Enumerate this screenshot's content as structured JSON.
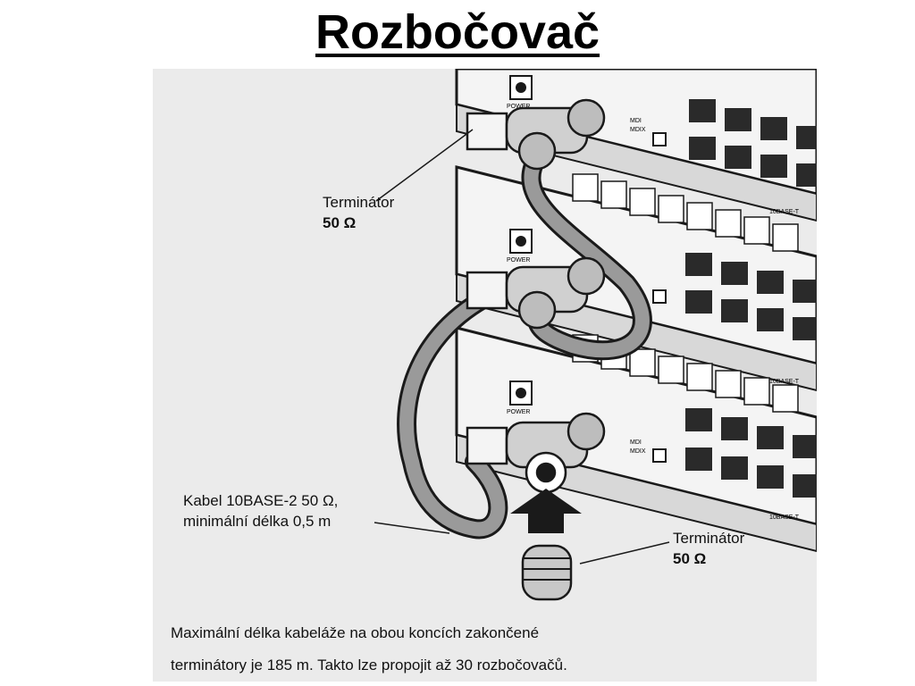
{
  "title": "Rozbočovač",
  "labels": {
    "terminator_top_line1": "Terminátor",
    "terminator_top_line2": "50 Ω",
    "cable_line1": "Kabel 10BASE-2 50 Ω,",
    "cable_line2": "minimální délka 0,5 m",
    "terminator_bottom_line1": "Terminátor",
    "terminator_bottom_line2": "50 Ω"
  },
  "caption": {
    "line1": "Maximální délka kabeláže na obou koncích zakončené",
    "line2": "terminátory je 185 m. Takto lze propojit až 30 rozbočovačů."
  },
  "device": {
    "power_label": "POWER",
    "mdi_label": "MDI",
    "mdix_label": "MDIX",
    "model_label": "10BASE-T"
  },
  "colors": {
    "figure_bg": "#ebebeb",
    "line": "#1a1a1a",
    "cable": "#9a9a9a",
    "port": "#2a2a2a"
  }
}
